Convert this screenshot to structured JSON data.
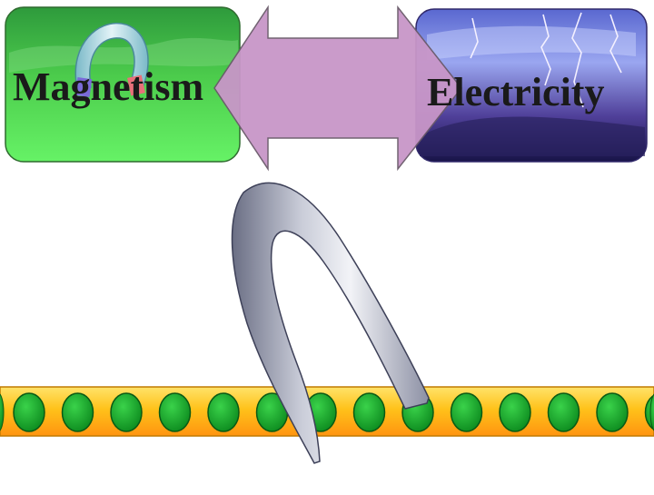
{
  "tiles": {
    "magnetism": {
      "label": "Magnetism",
      "color_top": "#2e9a3c",
      "color_bottom": "#62ef62"
    },
    "electricity": {
      "label": "Electricity",
      "color_top": "#6a78d8",
      "color_bottom": "#1a1650"
    }
  },
  "arrow": {
    "color": "#c896c8",
    "icon": "double-headed-arrow-icon"
  },
  "horseshoe_magnet": {
    "icon": "horseshoe-magnet-icon",
    "color": "#a9adc0"
  },
  "wire": {
    "icon": "conductor-wire-icon",
    "fill_top": "#ffd84a",
    "fill_bottom": "#ff9a10",
    "charge_color": "#14a028",
    "charge_count": 14
  }
}
